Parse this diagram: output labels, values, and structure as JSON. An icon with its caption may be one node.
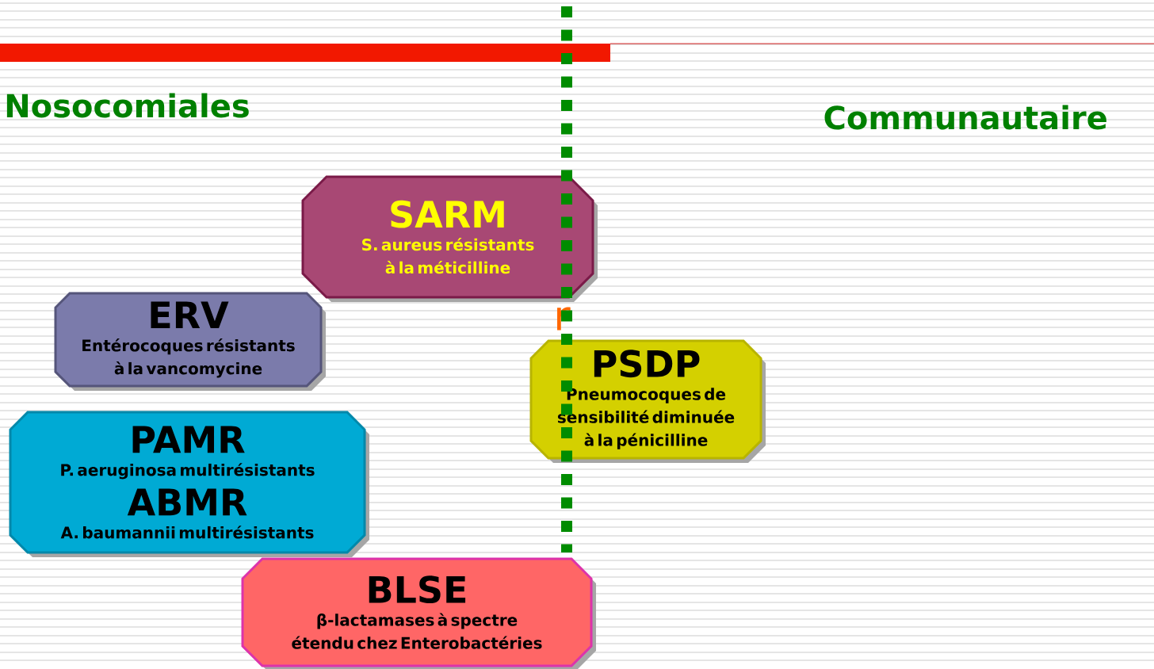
{
  "diagram": {
    "nodes": [
      {
        "text": [
          "SARM",
          "S. aureus résistants à la méticilline"
        ]
      },
      {
        "text": [
          "ERV",
          "Entérocoques résistants à la vancomycine"
        ]
      },
      {
        "text": [
          "PAMR",
          "P. aeruginosa multirésistants",
          "ABMR",
          "A. baumannii multirésistants"
        ]
      },
      {
        "text": [
          "PSDP",
          "Pneumocoques de sensibilité diminuée à la pénicilline"
        ]
      },
      {
        "text": [
          "BLSE",
          "β-lactamases à spectre étendu chez Enterobactéries"
        ]
      }
    ],
    "edges": [],
    "labels": [
      "Nosocomiales",
      "Communautaire",
      "r"
    ]
  }
}
